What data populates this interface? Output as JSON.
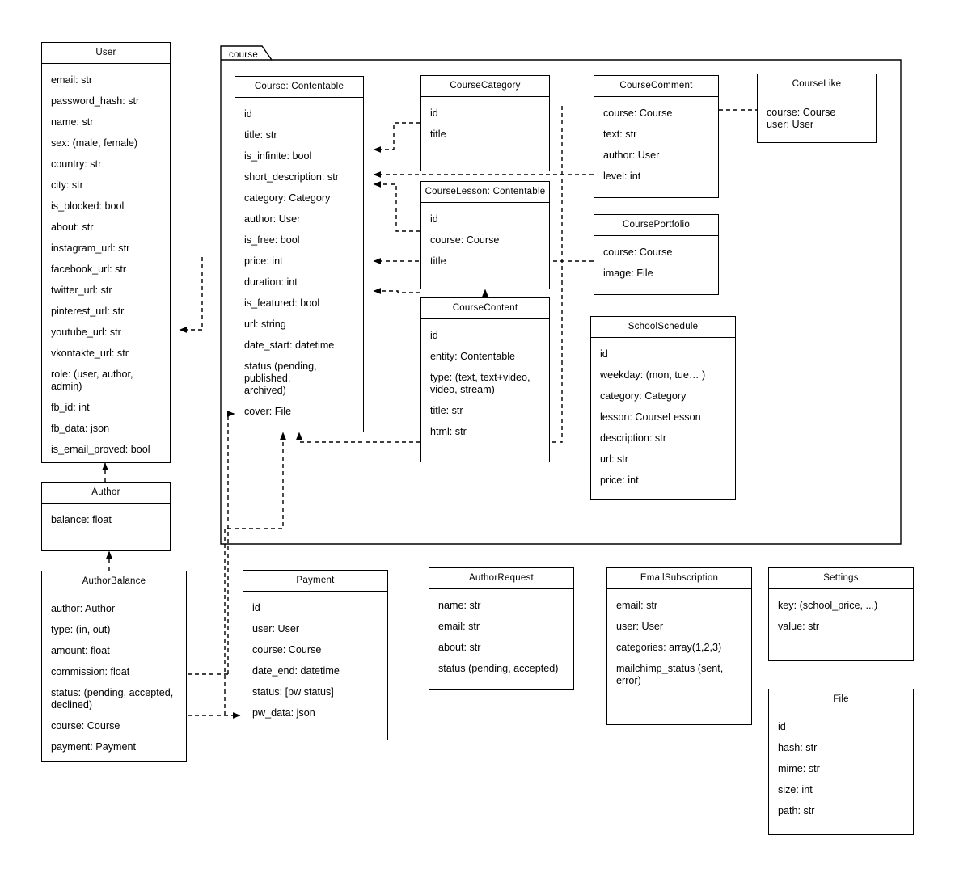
{
  "diagram": {
    "kind": "uml-class-diagram",
    "package": {
      "label": "course"
    },
    "stroke_color": "#000000",
    "background_color": "#ffffff"
  },
  "classes": {
    "user": {
      "title": "User",
      "attrs": [
        "email: str",
        "password_hash: str",
        "name: str",
        "sex: (male, female)",
        "country: str",
        "city: str",
        "is_blocked: bool",
        "about: str",
        "instagram_url: str",
        "facebook_url: str",
        "twitter_url: str",
        "pinterest_url: str",
        "youtube_url: str",
        "vkontakte_url: str",
        "role: (user, author, admin)",
        "fb_id: int",
        "fb_data: json",
        "is_email_proved: bool"
      ]
    },
    "author": {
      "title": "Author",
      "attrs": [
        "balance: float"
      ]
    },
    "author_balance": {
      "title": "AuthorBalance",
      "attrs": [
        "author: Author",
        "type: (in, out)",
        "amount: float",
        "commission: float",
        "status: (pending, accepted,\ndeclined)",
        "course: Course",
        "payment: Payment"
      ]
    },
    "course": {
      "title": "Course: Contentable",
      "attrs": [
        "id",
        "title: str",
        "is_infinite: bool",
        "short_description: str",
        "category: Category",
        "author: User",
        "is_free: bool",
        "price: int",
        "duration: int",
        "is_featured: bool",
        "url: string",
        "date_start: datetime",
        "status (pending, published,\narchived)",
        "cover: File"
      ]
    },
    "course_category": {
      "title": "CourseCategory",
      "attrs": [
        "id",
        "title"
      ]
    },
    "course_lesson": {
      "title": "CourseLesson: Contentable",
      "attrs": [
        "id",
        "course: Course",
        "title"
      ]
    },
    "course_content": {
      "title": "CourseContent",
      "attrs": [
        "id",
        "entity: Contentable",
        "type: (text, text+video,\nvideo, stream)",
        "title: str",
        "html: str"
      ]
    },
    "course_comment": {
      "title": "CourseComment",
      "attrs": [
        "course: Course",
        "text: str",
        "author: User",
        "level: int"
      ]
    },
    "course_like": {
      "title": "CourseLike",
      "attrs": [
        "course: Course",
        "user: User"
      ]
    },
    "course_portfolio": {
      "title": "CoursePortfolio",
      "attrs": [
        "course: Course",
        "image: File"
      ]
    },
    "school_schedule": {
      "title": "SchoolSchedule",
      "attrs": [
        "id",
        "weekday: (mon, tue… )",
        "category: Category",
        "lesson: CourseLesson",
        "description: str",
        "url: str",
        "price: int"
      ]
    },
    "payment": {
      "title": "Payment",
      "attrs": [
        "id",
        "user: User",
        "course: Course",
        "date_end: datetime",
        "status: [pw status]",
        "pw_data: json"
      ]
    },
    "author_request": {
      "title": "AuthorRequest",
      "attrs": [
        "name: str",
        "email: str",
        "about: str",
        "status (pending, accepted)"
      ]
    },
    "email_subscription": {
      "title": "EmailSubscription",
      "attrs": [
        "email: str",
        "user: User",
        "categories: array(1,2,3)",
        "mailchimp_status (sent, error)"
      ]
    },
    "settings": {
      "title": "Settings",
      "attrs": [
        "key: (school_price, ...)",
        "value: str"
      ]
    },
    "file": {
      "title": "File",
      "attrs": [
        "id",
        "hash: str",
        "mime: str",
        "size: int",
        "path: str"
      ]
    }
  }
}
